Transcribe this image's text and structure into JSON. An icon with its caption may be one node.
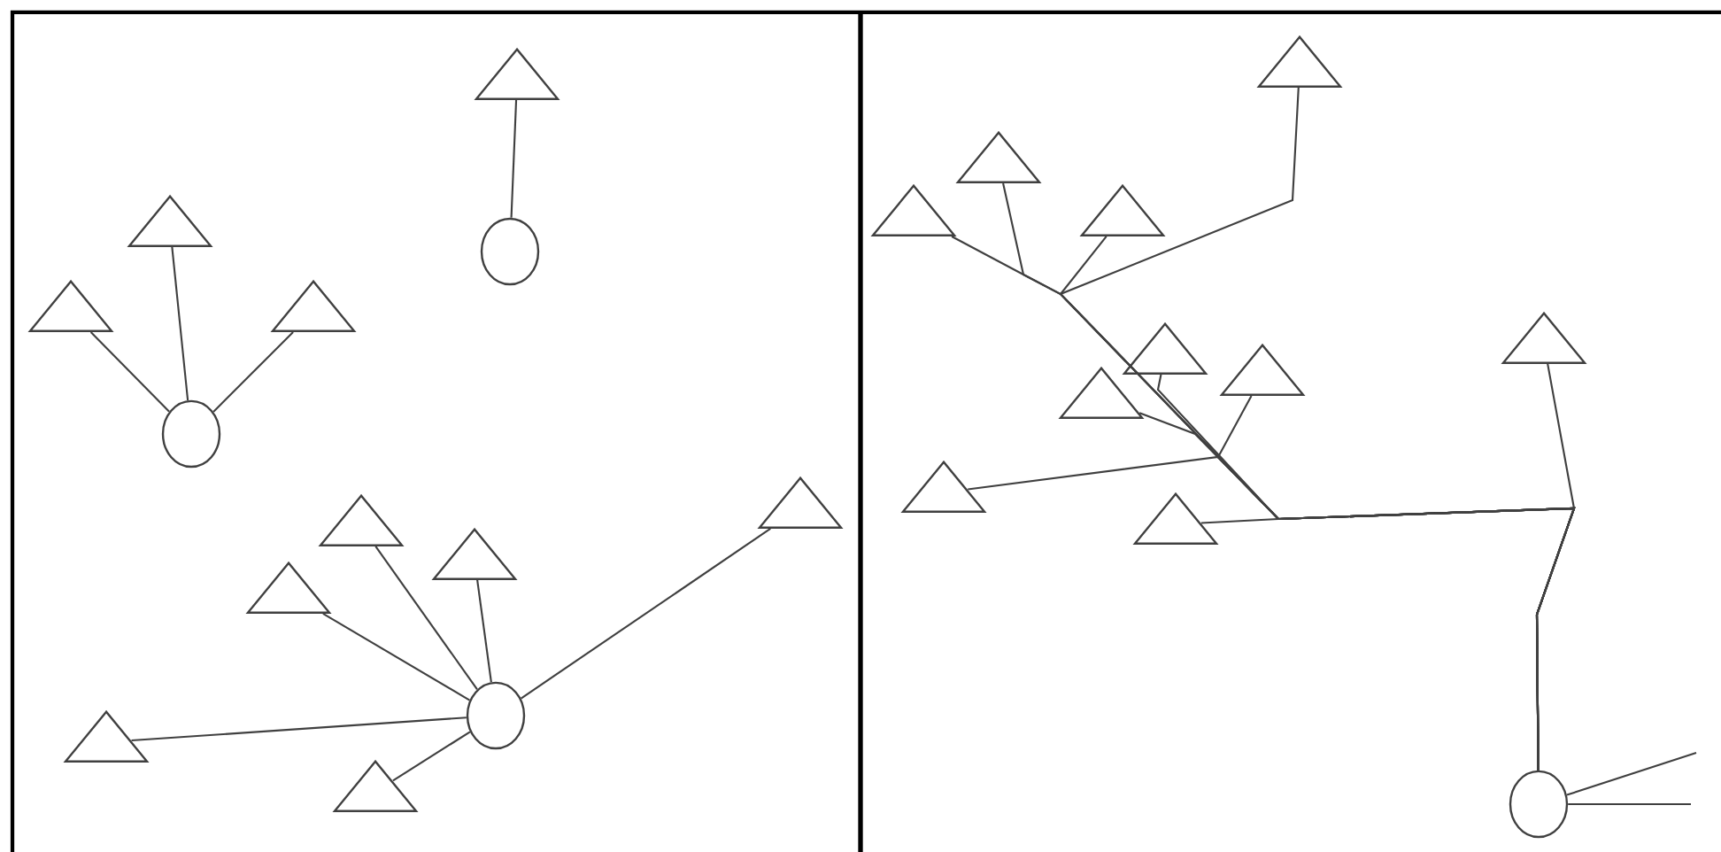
{
  "diagram": {
    "nodes": [
      {
        "text": [],
        "shape": "triangle"
      },
      {
        "text": [],
        "shape": "circle"
      },
      {
        "text": [],
        "shape": "triangle"
      },
      {
        "text": [],
        "shape": "triangle"
      },
      {
        "text": [],
        "shape": "triangle"
      },
      {
        "text": [],
        "shape": "circle"
      },
      {
        "text": [],
        "shape": "triangle"
      },
      {
        "text": [],
        "shape": "triangle"
      },
      {
        "text": [],
        "shape": "triangle"
      },
      {
        "text": [],
        "shape": "triangle"
      },
      {
        "text": [],
        "shape": "circle"
      },
      {
        "text": [],
        "shape": "triangle"
      },
      {
        "text": [],
        "shape": "triangle"
      },
      {
        "text": [],
        "shape": "triangle"
      },
      {
        "text": [],
        "shape": "triangle"
      },
      {
        "text": [],
        "shape": "triangle"
      },
      {
        "text": [],
        "shape": "triangle"
      },
      {
        "text": [],
        "shape": "triangle"
      },
      {
        "text": [],
        "shape": "triangle"
      },
      {
        "text": [],
        "shape": "triangle"
      },
      {
        "text": [],
        "shape": "triangle"
      },
      {
        "text": [],
        "shape": "triangle"
      },
      {
        "text": [],
        "shape": "triangle"
      },
      {
        "text": [],
        "shape": "circle"
      }
    ],
    "edges": [
      {
        "from": 1,
        "to": 0,
        "arrow": "none"
      },
      {
        "from": 5,
        "to": 2,
        "arrow": "none"
      },
      {
        "from": 5,
        "to": 3,
        "arrow": "none"
      },
      {
        "from": 5,
        "to": 4,
        "arrow": "none"
      },
      {
        "from": 10,
        "to": 6,
        "arrow": "none"
      },
      {
        "from": 10,
        "to": 7,
        "arrow": "none"
      },
      {
        "from": 10,
        "to": 8,
        "arrow": "none"
      },
      {
        "from": 10,
        "to": 9,
        "arrow": "none"
      },
      {
        "from": 10,
        "to": 11,
        "arrow": "none"
      },
      {
        "from": 10,
        "to": 12,
        "arrow": "none"
      },
      {
        "from": 23,
        "to": 13,
        "arrow": "none"
      },
      {
        "from": 23,
        "to": 14,
        "arrow": "none"
      },
      {
        "from": 23,
        "to": 15,
        "arrow": "none"
      },
      {
        "from": 23,
        "to": 16,
        "arrow": "none"
      },
      {
        "from": 23,
        "to": 17,
        "arrow": "none"
      },
      {
        "from": 23,
        "to": 18,
        "arrow": "none"
      },
      {
        "from": 23,
        "to": 19,
        "arrow": "none"
      },
      {
        "from": 23,
        "to": 20,
        "arrow": "none"
      },
      {
        "from": 23,
        "to": 21,
        "arrow": "none"
      },
      {
        "from": 23,
        "to": 22,
        "arrow": "none"
      },
      {
        "from": 23,
        "to": null,
        "arrow": "none"
      },
      {
        "from": 23,
        "to": null,
        "arrow": "none"
      }
    ]
  }
}
